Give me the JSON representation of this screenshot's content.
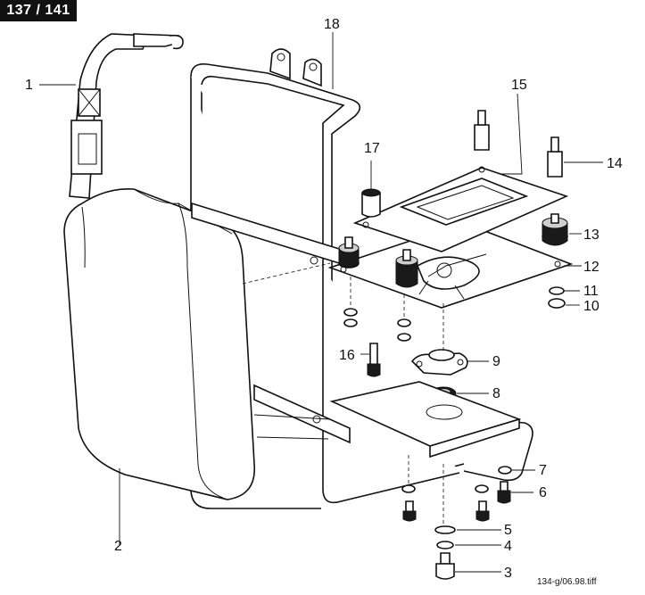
{
  "page_indicator": "137 / 141",
  "file_reference": "134-g/06.98.tiff",
  "callouts": [
    "1",
    "2",
    "3",
    "4",
    "5",
    "6",
    "7",
    "8",
    "9",
    "10",
    "11",
    "12",
    "13",
    "14",
    "15",
    "16",
    "17",
    "18"
  ]
}
